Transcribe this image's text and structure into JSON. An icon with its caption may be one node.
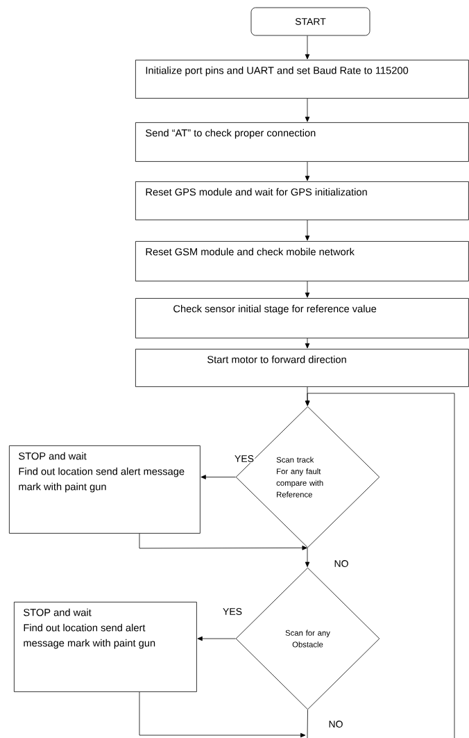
{
  "diagram": {
    "nodes": [
      {
        "text": [
          "START"
        ]
      },
      {
        "text": [
          "Initialize port pins and UART and set Baud Rate to 115200"
        ]
      },
      {
        "text": [
          "Send “AT” to check proper connection"
        ]
      },
      {
        "text": [
          "Reset GPS module and wait for GPS initialization"
        ]
      },
      {
        "text": [
          "Reset GSM module and check mobile network"
        ]
      },
      {
        "text": [
          "Check sensor initial stage for reference value"
        ]
      },
      {
        "text": [
          "Start motor to forward direction"
        ]
      },
      {
        "text": [
          "Scan track For any fault compare with Reference"
        ]
      },
      {
        "text": [
          "STOP and wait",
          "Find out location send alert message mark with paint gun"
        ]
      },
      {
        "text": [
          "Scan for any Obstacle"
        ]
      },
      {
        "text": [
          "STOP and wait",
          "Find out location send alert message mark with paint gun"
        ]
      }
    ],
    "edges": [
      {
        "from": 0,
        "to": 1,
        "arrow": "to"
      },
      {
        "from": 1,
        "to": 2,
        "arrow": "to"
      },
      {
        "from": 2,
        "to": 3,
        "arrow": "to"
      },
      {
        "from": 3,
        "to": 4,
        "arrow": "to"
      },
      {
        "from": 4,
        "to": 5,
        "arrow": "to"
      },
      {
        "from": 5,
        "to": 6,
        "arrow": "to"
      },
      {
        "from": 6,
        "to": 7,
        "arrow": "to"
      },
      {
        "from": 7,
        "to": 8,
        "arrow": "to",
        "label": "YES"
      },
      {
        "from": 8,
        "to": 7,
        "arrow": "to"
      },
      {
        "from": 7,
        "to": 9,
        "arrow": "to",
        "label": "NO"
      },
      {
        "from": 9,
        "to": 10,
        "arrow": "to",
        "label": "YES"
      },
      {
        "from": 10,
        "to": null,
        "arrow": "to"
      },
      {
        "from": 9,
        "to": null,
        "arrow": "none",
        "label": "NO"
      },
      {
        "from": null,
        "to": 7,
        "arrow": "to"
      }
    ]
  }
}
